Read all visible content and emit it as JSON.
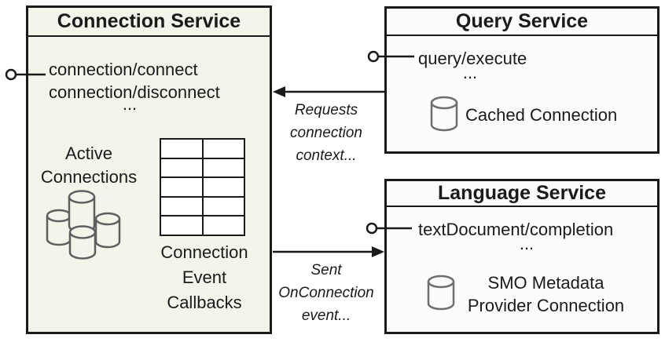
{
  "connection_service": {
    "title": "Connection Service",
    "methods": [
      "connection/connect",
      "connection/disconnect"
    ],
    "ellipsis": "...",
    "active_connections_label": "Active\nConnections",
    "callbacks_label": "Connection\nEvent\nCallbacks"
  },
  "query_service": {
    "title": "Query Service",
    "method": "query/execute",
    "ellipsis": "...",
    "connection_label": "Cached Connection"
  },
  "language_service": {
    "title": "Language Service",
    "method": "textDocument/completion",
    "ellipsis": "...",
    "connection_label": "SMO Metadata\nProvider Connection"
  },
  "arrows": {
    "requests_connection_label": "Requests\nconnection\ncontext...",
    "sent_event_label": "Sent\nOnConnection\nevent..."
  },
  "colors": {
    "connection_box_bg": "#f2f5ea",
    "service_box_bg": "#fcfcfd",
    "line": "#1a1a1a",
    "cylinder_stroke": "#5f5f5f"
  }
}
